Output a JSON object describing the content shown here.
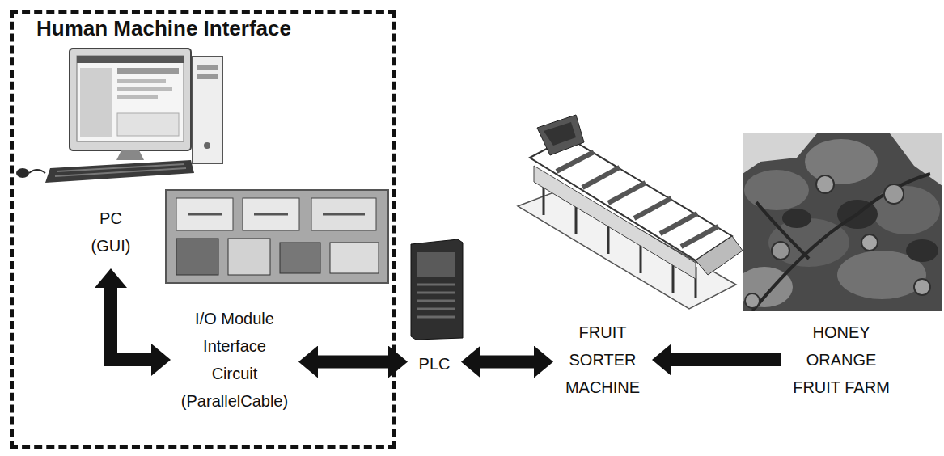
{
  "diagram": {
    "nodes": [
      {
        "text": [
          "Human Machine Interface"
        ]
      },
      {
        "text": [
          "PC (GUI)"
        ],
        "in": 0
      },
      {
        "text": [
          "I/O Module Interface Circuit (ParallelCable)"
        ],
        "in": 0
      },
      {
        "text": [
          "PLC"
        ]
      },
      {
        "text": [
          "FRUIT SORTER MACHINE"
        ]
      },
      {
        "text": [
          "HONEY ORANGE FRUIT FARM"
        ]
      }
    ],
    "edges": [
      {
        "from": 1,
        "to": 2,
        "arrow": "both"
      },
      {
        "from": 2,
        "to": 3,
        "arrow": "both"
      },
      {
        "from": 3,
        "to": 4,
        "arrow": "both"
      },
      {
        "from": 5,
        "to": 4,
        "arrow": "to"
      }
    ]
  }
}
